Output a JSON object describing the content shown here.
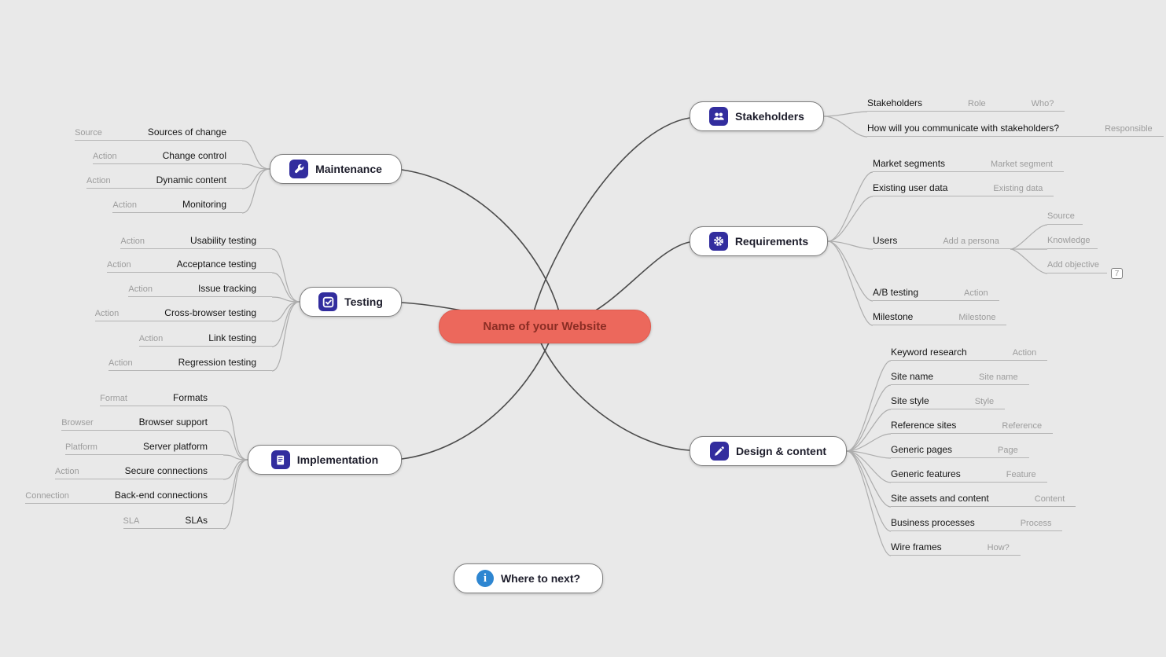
{
  "colors": {
    "canvas_bg": "#e9e9e9",
    "center_bg": "#ec685c",
    "center_border": "#df5c50",
    "center_text": "#8b2d24",
    "node_icon_bg": "#322d9e",
    "info_icon_bg": "#2e86d1",
    "node_label": "#1d1d2b",
    "child_title": "#151515",
    "attr_label": "#9c9c9c",
    "underline": "#b4b4b4",
    "wire_child": "#adadad",
    "wire_main": "#4c4c4c",
    "node_border": "#7e7e7e"
  },
  "center": {
    "label": "Name of your Website"
  },
  "footer": {
    "label": "Where to next?",
    "icon": "info-icon",
    "icon_glyph": "i"
  },
  "branches": [
    {
      "id": "maintenance",
      "label": "Maintenance",
      "icon": "wrench-icon",
      "children": [
        {
          "pre": [
            "Source"
          ],
          "title": "Sources of change"
        },
        {
          "pre": [
            "Action"
          ],
          "title": "Change control"
        },
        {
          "pre": [
            "Action"
          ],
          "title": "Dynamic content"
        },
        {
          "pre": [
            "Action"
          ],
          "title": "Monitoring"
        }
      ]
    },
    {
      "id": "testing",
      "label": "Testing",
      "icon": "checkbox-icon",
      "children": [
        {
          "pre": [
            "Action"
          ],
          "title": "Usability testing"
        },
        {
          "pre": [
            "Action"
          ],
          "title": "Acceptance testing"
        },
        {
          "pre": [
            "Action"
          ],
          "title": "Issue tracking"
        },
        {
          "pre": [
            "Action"
          ],
          "title": "Cross-browser testing"
        },
        {
          "pre": [
            "Action"
          ],
          "title": "Link testing"
        },
        {
          "pre": [
            "Action"
          ],
          "title": "Regression testing"
        }
      ]
    },
    {
      "id": "implementation",
      "label": "Implementation",
      "icon": "document-icon",
      "children": [
        {
          "pre": [
            "Format"
          ],
          "title": "Formats"
        },
        {
          "pre": [
            "Browser"
          ],
          "title": "Browser support"
        },
        {
          "pre": [
            "Platform"
          ],
          "title": "Server platform"
        },
        {
          "pre": [
            "Action"
          ],
          "title": "Secure connections"
        },
        {
          "pre": [
            "Connection"
          ],
          "title": "Back-end connections"
        },
        {
          "pre": [
            "SLA"
          ],
          "title": "SLAs"
        }
      ]
    },
    {
      "id": "stakeholders",
      "label": "Stakeholders",
      "icon": "people-icon",
      "children": [
        {
          "title": "Stakeholders",
          "post": [
            "Role",
            "Who?"
          ]
        },
        {
          "title": "How will you communicate with stakeholders?",
          "post": [
            "Responsible"
          ]
        }
      ]
    },
    {
      "id": "requirements",
      "label": "Requirements",
      "icon": "gear-icon",
      "children": [
        {
          "title": "Market segments",
          "post": [
            "Market segment"
          ]
        },
        {
          "title": "Existing user data",
          "post": [
            "Existing data"
          ]
        },
        {
          "title": "Users",
          "post": [
            "Add a persona"
          ],
          "subs": [
            {
              "label": "Source"
            },
            {
              "label": "Knowledge"
            },
            {
              "label": "Add objective",
              "badge": "7"
            }
          ]
        },
        {
          "title": "A/B testing",
          "post": [
            "Action"
          ]
        },
        {
          "title": "Milestone",
          "post": [
            "Milestone"
          ]
        }
      ]
    },
    {
      "id": "design",
      "label": "Design & content",
      "icon": "pencil-icon",
      "children": [
        {
          "title": "Keyword research",
          "post": [
            "Action"
          ]
        },
        {
          "title": "Site name",
          "post": [
            "Site name"
          ]
        },
        {
          "title": "Site style",
          "post": [
            "Style"
          ]
        },
        {
          "title": "Reference sites",
          "post": [
            "Reference"
          ]
        },
        {
          "title": "Generic pages",
          "post": [
            "Page"
          ]
        },
        {
          "title": "Generic features",
          "post": [
            "Feature"
          ]
        },
        {
          "title": "Site assets and content",
          "post": [
            "Content"
          ]
        },
        {
          "title": "Business processes",
          "post": [
            "Process"
          ]
        },
        {
          "title": "Wire frames",
          "post": [
            "How?"
          ]
        }
      ]
    }
  ]
}
